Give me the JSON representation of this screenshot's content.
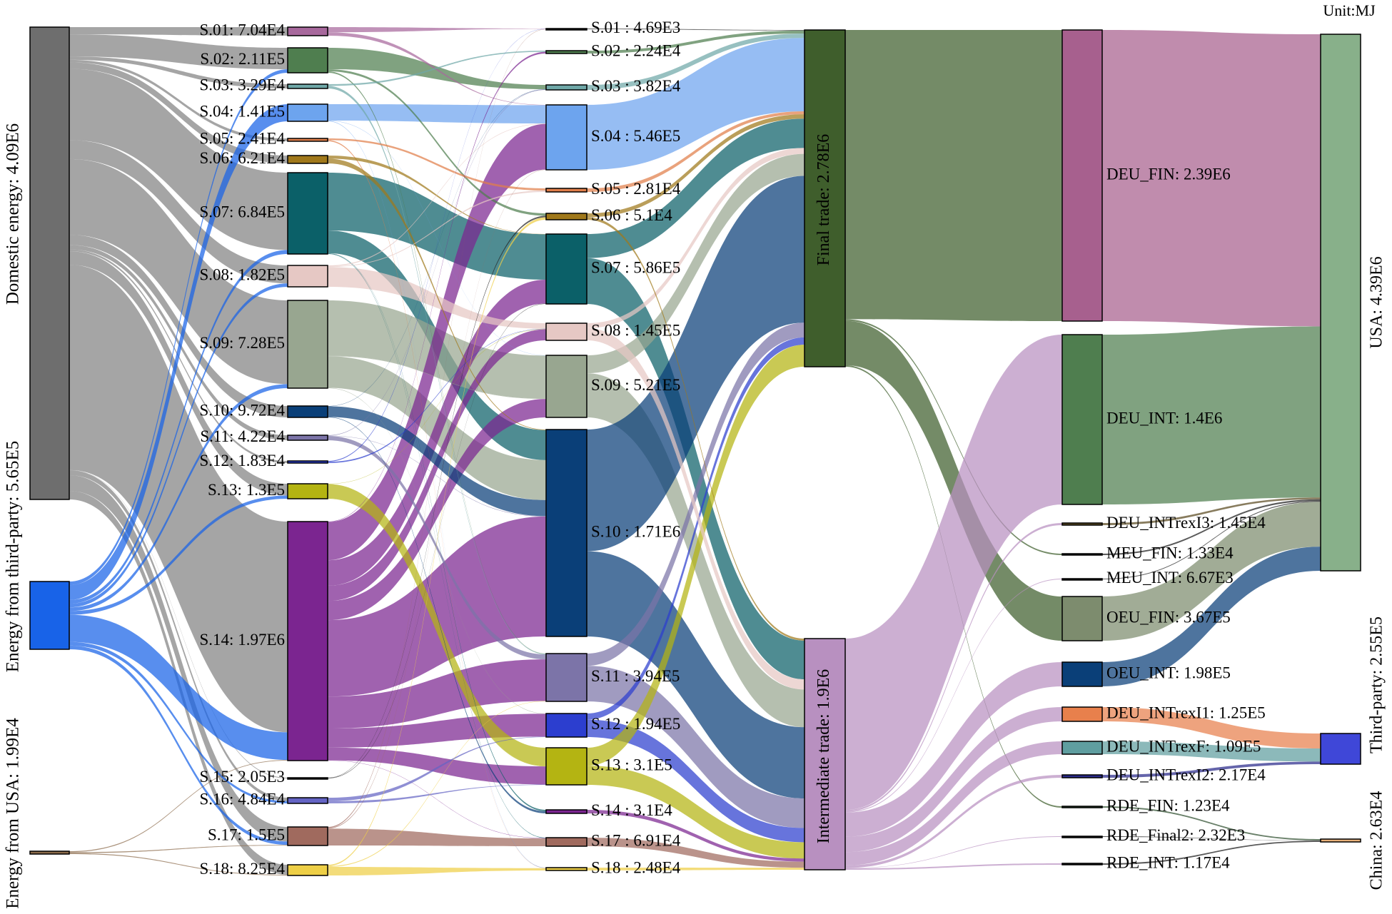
{
  "unit_label": "Unit:MJ",
  "columns": [
    {
      "nodes": [
        {
          "id": "domestic",
          "label": "Domestic energy: 4.09E6",
          "color": "#6e6e6e",
          "value": 4090000
        },
        {
          "id": "thirdparty_src",
          "label": "Energy from third-party: 5.65E5",
          "color": "#1863e8",
          "value": 565000
        },
        {
          "id": "usa_src",
          "label": "Energy from USA: 1.99E4",
          "color": "#8a6a4a",
          "value": 19900
        }
      ]
    },
    {
      "nodes": [
        {
          "id": "a01",
          "label": "S.01: 7.04E4",
          "color": "#a7689c",
          "value": 70400
        },
        {
          "id": "a02",
          "label": "S.02: 2.11E5",
          "color": "#4f7e4f",
          "value": 211000
        },
        {
          "id": "a03",
          "label": "S.03: 3.29E4",
          "color": "#6fa8a8",
          "value": 32900
        },
        {
          "id": "a04",
          "label": "S.04: 1.41E5",
          "color": "#6da4ee",
          "value": 141000
        },
        {
          "id": "a05",
          "label": "S.05: 2.41E4",
          "color": "#e07e4a",
          "value": 24100
        },
        {
          "id": "a06",
          "label": "S.06: 6.21E4",
          "color": "#a0781a",
          "value": 62100
        },
        {
          "id": "a07",
          "label": "S.07: 6.84E5",
          "color": "#0b6068",
          "value": 684000
        },
        {
          "id": "a08",
          "label": "S.08: 1.82E5",
          "color": "#e6c8c4",
          "value": 182000
        },
        {
          "id": "a09",
          "label": "S.09: 7.28E5",
          "color": "#98a690",
          "value": 728000
        },
        {
          "id": "a10",
          "label": "S.10: 9.72E4",
          "color": "#0a3f78",
          "value": 97200
        },
        {
          "id": "a11",
          "label": "S.11: 4.22E4",
          "color": "#7c74a8",
          "value": 42200
        },
        {
          "id": "a12",
          "label": "S.12: 1.83E4",
          "color": "#2c3ecf",
          "value": 18300
        },
        {
          "id": "a13",
          "label": "S.13: 1.3E5",
          "color": "#b4b412",
          "value": 130000
        },
        {
          "id": "a14",
          "label": "S.14: 1.97E6",
          "color": "#7b2590",
          "value": 1970000
        },
        {
          "id": "a15",
          "label": "S.15: 2.05E3",
          "color": "#222222",
          "value": 2050
        },
        {
          "id": "a16",
          "label": "S.16: 4.84E4",
          "color": "#6464c4",
          "value": 48400
        },
        {
          "id": "a17",
          "label": "S.17: 1.5E5",
          "color": "#a06a5e",
          "value": 150000
        },
        {
          "id": "a18",
          "label": "S.18: 8.25E4",
          "color": "#eecf46",
          "value": 82500
        }
      ]
    },
    {
      "nodes": [
        {
          "id": "b01",
          "label": "S.01 : 4.69E3",
          "color": "#2a2a2a",
          "value": 4690
        },
        {
          "id": "b02",
          "label": "S.02 : 2.24E4",
          "color": "#4f7e4f",
          "value": 22400
        },
        {
          "id": "b03",
          "label": "S.03 : 3.82E4",
          "color": "#6fa8a8",
          "value": 38200
        },
        {
          "id": "b04",
          "label": "S.04 : 5.46E5",
          "color": "#6da4ee",
          "value": 546000
        },
        {
          "id": "b05",
          "label": "S.05 : 2.81E4",
          "color": "#e07e4a",
          "value": 28100
        },
        {
          "id": "b06",
          "label": "S.06 : 5.1E4",
          "color": "#a0781a",
          "value": 51000
        },
        {
          "id": "b07",
          "label": "S.07 : 5.86E5",
          "color": "#0b6068",
          "value": 586000
        },
        {
          "id": "b08",
          "label": "S.08 : 1.45E5",
          "color": "#e6c8c4",
          "value": 145000
        },
        {
          "id": "b09",
          "label": "S.09 : 5.21E5",
          "color": "#98a690",
          "value": 521000
        },
        {
          "id": "b10",
          "label": "S.10 : 1.71E6",
          "color": "#0a3f78",
          "value": 1710000
        },
        {
          "id": "b11",
          "label": "S.11 : 3.94E5",
          "color": "#7c74a8",
          "value": 394000
        },
        {
          "id": "b12",
          "label": "S.12 : 1.94E5",
          "color": "#2c3ecf",
          "value": 194000
        },
        {
          "id": "b13",
          "label": "S.13 : 3.1E5",
          "color": "#b4b412",
          "value": 310000
        },
        {
          "id": "b14",
          "label": "S.14 : 3.1E4",
          "color": "#7b2590",
          "value": 31000
        },
        {
          "id": "b17",
          "label": "S.17 : 6.91E4",
          "color": "#a06a5e",
          "value": 69100
        },
        {
          "id": "b18",
          "label": "S.18 : 2.48E4",
          "color": "#eecf46",
          "value": 24800
        }
      ]
    },
    {
      "nodes": [
        {
          "id": "final",
          "label": "Final trade: 2.78E6",
          "color": "#3f5e2c",
          "value": 2780000
        },
        {
          "id": "inter",
          "label": "Intermediate trade: 1.9E6",
          "color": "#b890c0",
          "value": 1900000
        }
      ]
    },
    {
      "nodes": [
        {
          "id": "deu_fin",
          "label": "DEU_FIN: 2.39E6",
          "color": "#a7608e",
          "value": 2390000
        },
        {
          "id": "deu_int",
          "label": "DEU_INT: 1.4E6",
          "color": "#4f7e4f",
          "value": 1400000
        },
        {
          "id": "deu_ir3",
          "label": "DEU_INTrexI3: 1.45E4",
          "color": "#5a4a20",
          "value": 14500
        },
        {
          "id": "meu_fin",
          "label": "MEU_FIN: 1.33E4",
          "color": "#1a1a1a",
          "value": 13300
        },
        {
          "id": "meu_int",
          "label": "MEU_INT: 6.67E3",
          "color": "#1a1a1a",
          "value": 6670
        },
        {
          "id": "oeu_fin",
          "label": "OEU_FIN: 3.67E5",
          "color": "#7d8c6e",
          "value": 367000
        },
        {
          "id": "oeu_int",
          "label": "OEU_INT: 1.98E5",
          "color": "#0a3f78",
          "value": 198000
        },
        {
          "id": "deu_ir1",
          "label": "DEU_INTrexI1: 1.25E5",
          "color": "#e8804c",
          "value": 125000
        },
        {
          "id": "deu_irf",
          "label": "DEU_INTrexF: 1.09E5",
          "color": "#5f9ea0",
          "value": 109000
        },
        {
          "id": "deu_ir2",
          "label": "DEU_INTrexI2: 2.17E4",
          "color": "#2a2a8a",
          "value": 21700
        },
        {
          "id": "rde_fin",
          "label": "RDE_FIN: 1.23E4",
          "color": "#2f4f2f",
          "value": 12300
        },
        {
          "id": "rde_final2",
          "label": "RDE_Final2: 2.32E3",
          "color": "#1a1a1a",
          "value": 2320
        },
        {
          "id": "rde_int",
          "label": "RDE_INT: 1.17E4",
          "color": "#1a1a1a",
          "value": 11700
        }
      ]
    },
    {
      "nodes": [
        {
          "id": "usa",
          "label": "USA: 4.39E6",
          "color": "#88b08a",
          "value": 4390000
        },
        {
          "id": "thirdparty",
          "label": "Third-party: 2.55E5",
          "color": "#3f47d8",
          "value": 255000
        },
        {
          "id": "china",
          "label": "China: 2.63E4",
          "color": "#e8b07a",
          "value": 26300
        }
      ]
    }
  ]
}
